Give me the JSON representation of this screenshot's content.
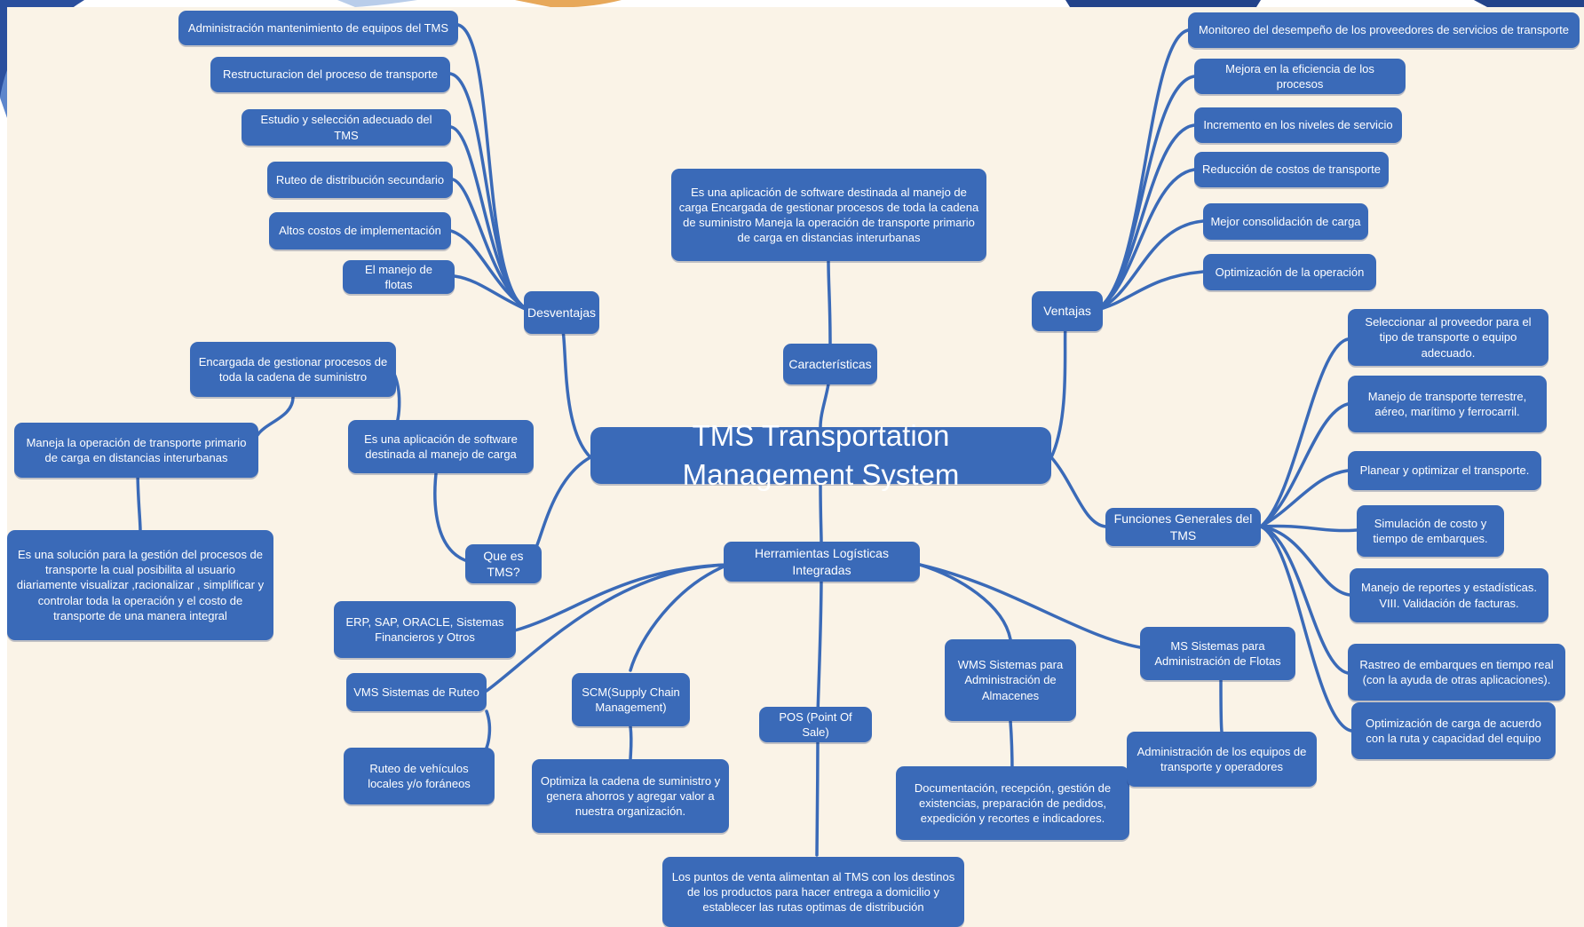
{
  "colors": {
    "node_fill": "#3a6ab8",
    "link_stroke": "#3a6ab8",
    "canvas_background": "#faf3e7",
    "node_text": "#ffffff"
  },
  "root": {
    "label": "TMS Transportation Management System"
  },
  "branches": {
    "caracteristicas": {
      "label": "Características",
      "items": [
        "Es una aplicación de software destinada al manejo de carga Encargada de gestionar procesos de toda la cadena de suministro Maneja la operación de transporte primario de carga en distancias interurbanas"
      ]
    },
    "desventajas": {
      "label": "Desventajas",
      "items": [
        "Administración mantenimiento de equipos del TMS",
        "Restructuracion del proceso de transporte",
        "Estudio y selección adecuado del TMS",
        "Ruteo de distribución secundario",
        "Altos costos de implementación",
        "El manejo de flotas"
      ]
    },
    "ventajas": {
      "label": "Ventajas",
      "items": [
        "Monitoreo del desempeño de los proveedores de servicios de transporte",
        "Mejora en la eficiencia de los procesos",
        "Incremento en los niveles de servicio",
        "Reducción de costos de transporte",
        "Mejor consolidación de carga",
        "Optimización de la operación"
      ]
    },
    "funciones": {
      "label": "Funciones Generales del TMS",
      "items": [
        "Seleccionar al proveedor para el tipo de transporte o equipo adecuado.",
        "Manejo de transporte terrestre, aéreo, marítimo y ferrocarril.",
        "Planear y optimizar el transporte.",
        "Simulación de costo y tiempo de embarques.",
        "Manejo de reportes y estadísticas. VIII. Validación de facturas.",
        "Rastreo de embarques en tiempo real (con la ayuda de otras aplicaciones).",
        "Optimización de carga de acuerdo con la ruta y capacidad del equipo"
      ]
    },
    "que_es": {
      "label": "Que es TMS?",
      "definition": "Es una aplicación de software destinada al manejo de carga",
      "encargada": "Encargada de gestionar procesos de toda la cadena de suministro",
      "maneja": "Maneja la operación de transporte primario de carga en distancias interurbanas",
      "solucion": "Es una solución para la gestión del procesos de transporte la cual posibilita al usuario diariamente visualizar ,racionalizar , simplificar y controlar toda la operación y el costo de transporte de una manera integral"
    },
    "herramientas": {
      "label": "Herramientas Logísticas Integradas",
      "erp": "ERP, SAP, ORACLE, Sistemas Financieros y Otros",
      "vms": "VMS Sistemas de Ruteo",
      "vms_child": "Ruteo de vehículos locales y/o foráneos",
      "scm": "SCM(Supply Chain Management)",
      "scm_child": "Optimiza la cadena de suministro y genera ahorros y agregar valor a nuestra organización.",
      "pos": "POS (Point Of Sale)",
      "pos_child": "Los puntos de venta alimentan al TMS con los destinos de los productos para hacer entrega a domicilio y establecer las rutas optimas de distribución",
      "wms": "WMS Sistemas para Administración de Almacenes",
      "wms_child": "Documentación, recepción, gestión de existencias, preparación de pedidos, expedición y recortes e indicadores.",
      "ms": "MS Sistemas para Administración de Flotas",
      "ms_child": "Administración de los equipos de transporte y operadores"
    }
  }
}
